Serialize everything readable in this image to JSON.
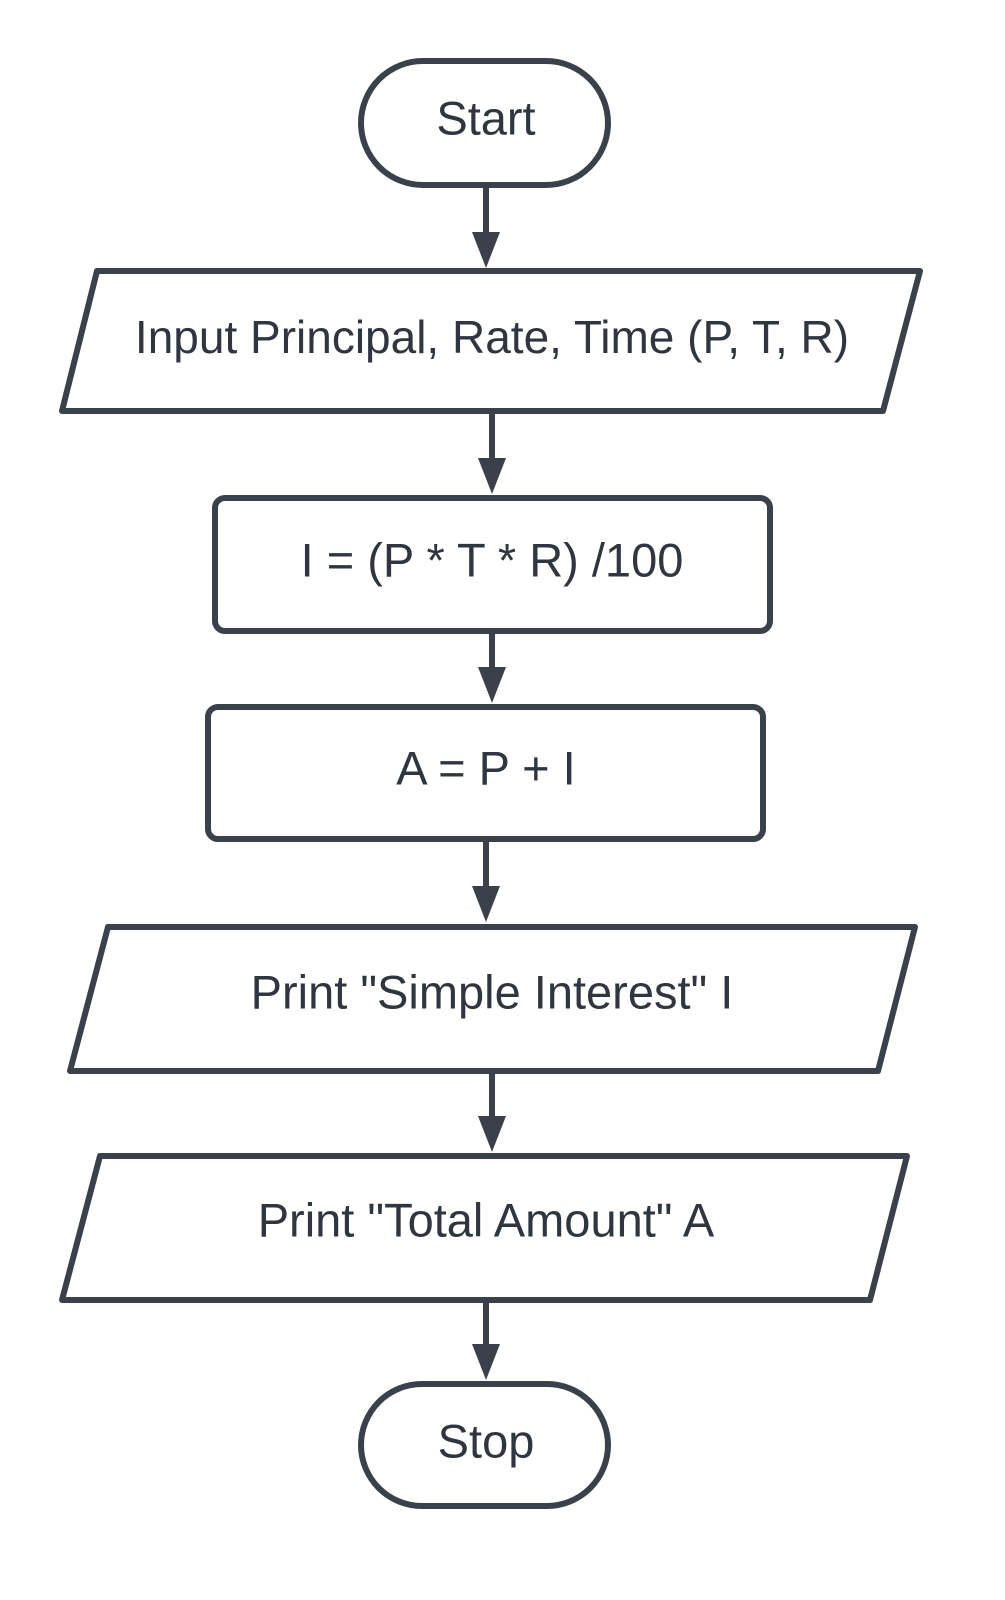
{
  "flowchart": {
    "nodes": [
      {
        "id": "start",
        "shape": "terminal",
        "text": "Start"
      },
      {
        "id": "input",
        "shape": "parallelogram",
        "text": "Input Principal, Rate, Time (P, T, R)"
      },
      {
        "id": "calc-interest",
        "shape": "process",
        "text": "I = (P * T * R) /100"
      },
      {
        "id": "calc-amount",
        "shape": "process",
        "text": "A = P + I"
      },
      {
        "id": "print-interest",
        "shape": "parallelogram",
        "text": "Print \"Simple Interest\" I"
      },
      {
        "id": "print-amount",
        "shape": "parallelogram",
        "text": "Print \"Total Amount\" A"
      },
      {
        "id": "stop",
        "shape": "terminal",
        "text": "Stop"
      }
    ],
    "edges": [
      {
        "from": "start",
        "to": "input"
      },
      {
        "from": "input",
        "to": "calc-interest"
      },
      {
        "from": "calc-interest",
        "to": "calc-amount"
      },
      {
        "from": "calc-amount",
        "to": "print-interest"
      },
      {
        "from": "print-interest",
        "to": "print-amount"
      },
      {
        "from": "print-amount",
        "to": "stop"
      }
    ]
  }
}
